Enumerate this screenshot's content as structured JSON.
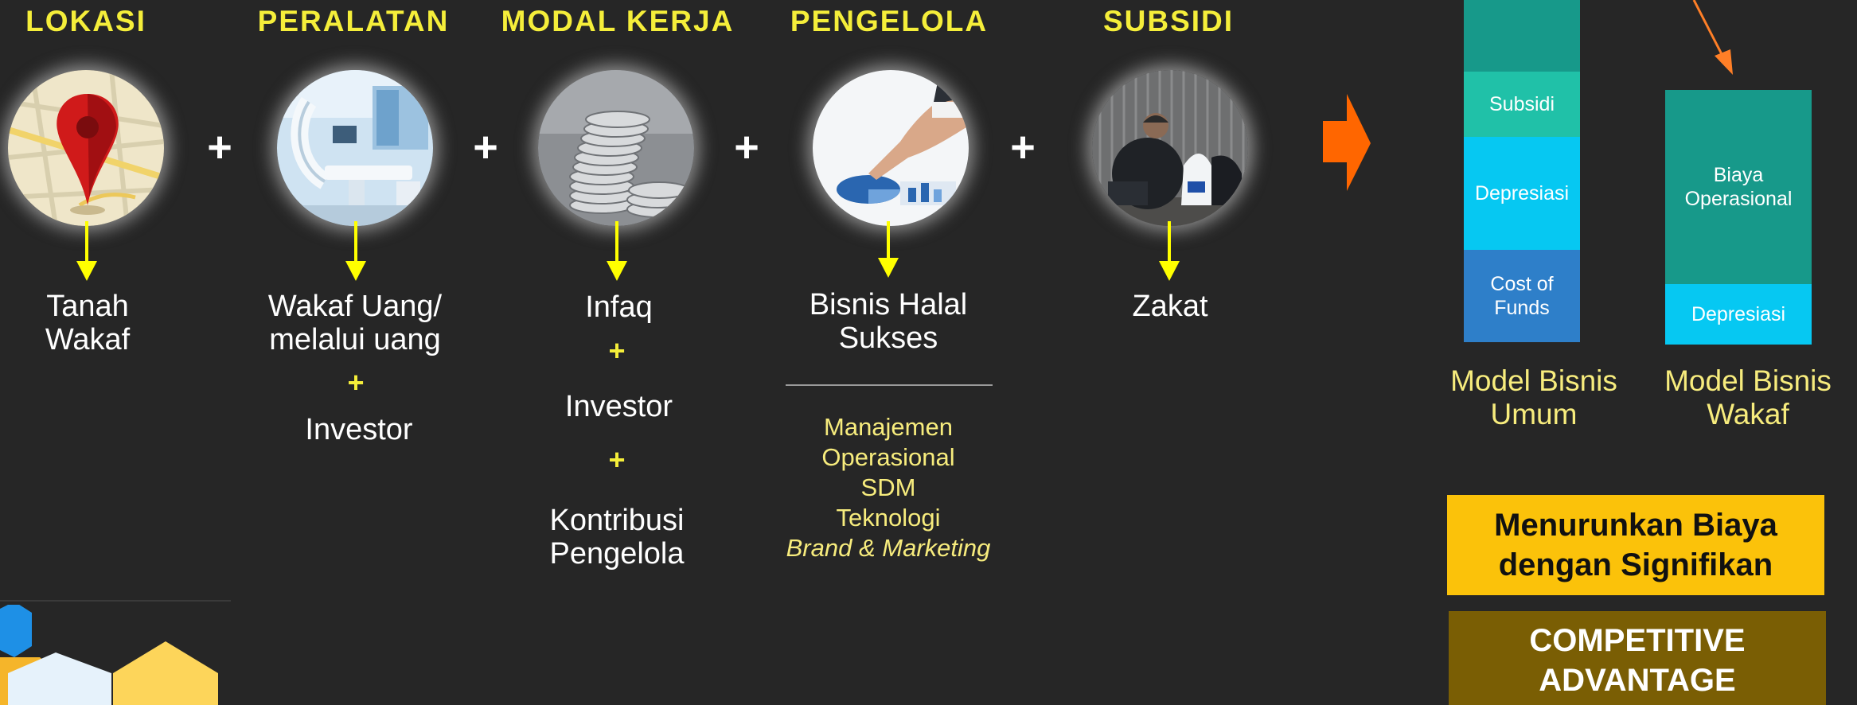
{
  "columns": [
    {
      "heading": "LOKASI",
      "image": "map-pin-on-map",
      "lines": [
        "Tanah",
        "Wakaf"
      ]
    },
    {
      "heading": "PERALATAN",
      "image": "medical-equipment",
      "lines": [
        "Wakaf Uang/",
        "melalui uang"
      ],
      "plus": "+",
      "extra": "Investor"
    },
    {
      "heading": "MODAL KERJA",
      "image": "coin-stacks",
      "lines": [
        "Infaq"
      ],
      "plus1": "+",
      "extra1": "Investor",
      "plus2": "+",
      "extra2_lines": [
        "Kontribusi",
        "Pengelola"
      ]
    },
    {
      "heading": "PENGELOLA",
      "image": "hand-pointing-at-charts",
      "lines": [
        "Bisnis Halal",
        "Sukses"
      ],
      "items": [
        "Manajemen",
        "Operasional",
        "SDM",
        "Teknologi",
        "Brand & Marketing"
      ]
    },
    {
      "heading": "SUBSIDI",
      "image": "homeless-person",
      "lines": [
        "Zakat"
      ]
    }
  ],
  "plus_sign": "+",
  "models": {
    "umum": {
      "label_lines": [
        "Model Bisnis",
        "Umum"
      ],
      "segments": [
        "Subsidi",
        "Depresiasi",
        "Cost of",
        "Funds"
      ]
    },
    "wakaf": {
      "label_lines": [
        "Model Bisnis",
        "Wakaf"
      ],
      "segments": [
        "Biaya",
        "Operasional",
        "Depresiasi"
      ]
    }
  },
  "boxes": {
    "yellow": [
      "Menurunkan Biaya",
      "dengan Signifikan"
    ],
    "olive": [
      "COMPETITIVE",
      "ADVANTAGE"
    ]
  },
  "colors": {
    "background": "#262626",
    "heading": "#f5ee3a",
    "arrow": "#ffff00",
    "orange_arrow": "#ff6600",
    "teal": "#17998a",
    "light_teal": "#20c1a8",
    "cyan": "#06c8f2",
    "blue": "#2e7fc9",
    "box_yellow": "#fbc20a",
    "box_olive": "#7a5e04"
  }
}
